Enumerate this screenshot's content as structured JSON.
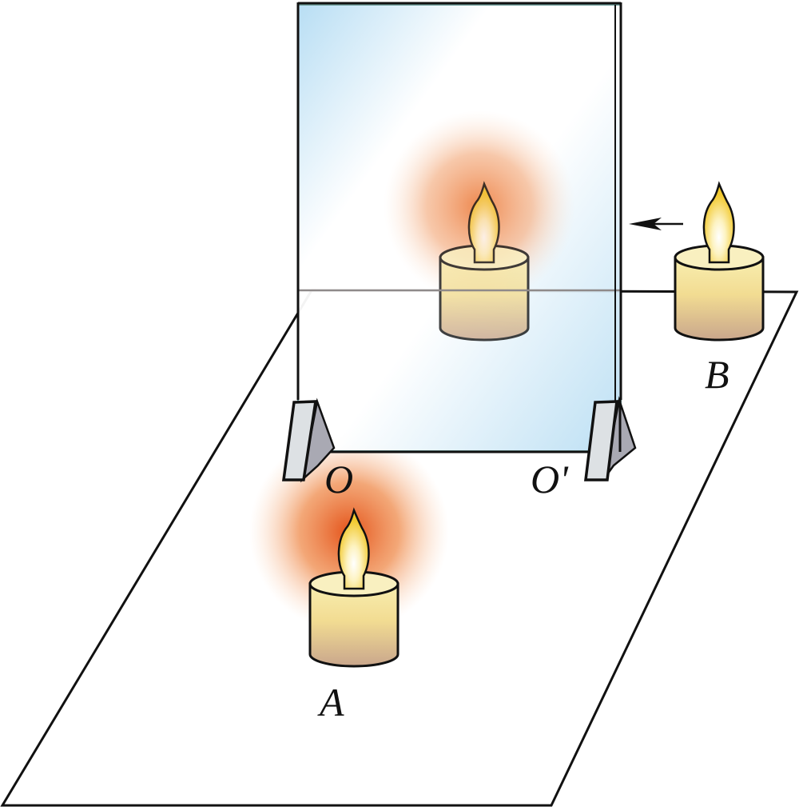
{
  "labels": {
    "point_o": "O",
    "point_o_prime": "O'",
    "candle_a": "A",
    "candle_b": "B"
  },
  "colors": {
    "glass_blue": "#bfe3f5",
    "glow_orange": "#e8621e",
    "candle_top": "#f8eeb8",
    "candle_bottom": "#cda98c",
    "flame_core": "#fffbe6",
    "flame_edge": "#f3cf3a",
    "stand_gray": "#dde1e4"
  }
}
